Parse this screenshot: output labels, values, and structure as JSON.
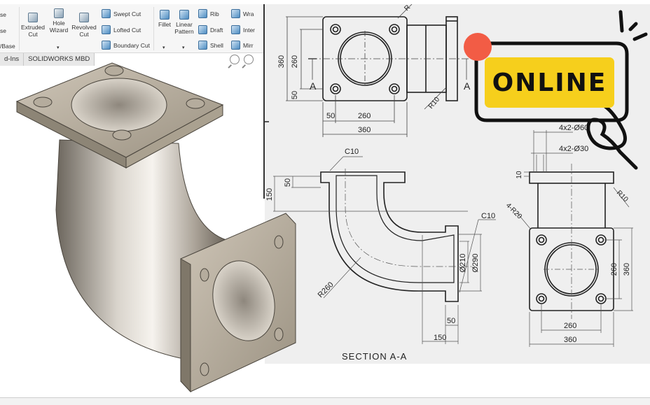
{
  "ribbon": {
    "left_cut_labels": [
      "se",
      "se",
      "/Base"
    ],
    "buttons": {
      "extruded_cut": "Extruded Cut",
      "hole_wizard": "Hole Wizard",
      "revolved_cut": "Revolved Cut",
      "swept_cut": "Swept Cut",
      "lofted_cut": "Lofted Cut",
      "boundary_cut": "Boundary Cut",
      "fillet": "Fillet",
      "linear_pattern": "Linear Pattern",
      "rib": "Rib",
      "draft": "Draft",
      "shell": "Shell",
      "wrap": "Wra",
      "intersect": "Inter",
      "mirror": "Mirr"
    },
    "dropdown_glyph": "▾"
  },
  "tabs": [
    {
      "label": "d-Ins"
    },
    {
      "label": "SOLIDWORKS MBD"
    }
  ],
  "view_tools": [
    "zoom-to-fit-icon",
    "zoom-to-area-icon"
  ],
  "drawing": {
    "top_view": {
      "dims": {
        "height_total": "360",
        "height_bolt": "260",
        "edge_offset_v": "50",
        "edge_offset_h": "50",
        "width_bolt": "260",
        "width_total": "360",
        "fillet": "R10",
        "corner_radius_label": "R"
      },
      "section_marks": [
        "A",
        "A"
      ]
    },
    "section_view": {
      "title": "SECTION A-A",
      "dims": {
        "chamfer_top": "C10",
        "chamfer_right": "C10",
        "flange_thk": "50",
        "flange_height": "150",
        "bend_radius": "R260",
        "inner_dia": "Ø210",
        "outer_dia": "Ø290",
        "flange_thk_right": "50",
        "flange_len_right": "150"
      }
    },
    "side_view": {
      "dims": {
        "counterbore": "4x2-Ø60",
        "hole": "4x2-Ø30",
        "cb_depth": "10",
        "fillet": "R10",
        "corner_radii": "4-R20",
        "height_bolt": "260",
        "height_total": "360",
        "width_bolt": "260",
        "width_total": "360"
      }
    }
  },
  "badge": {
    "text": "ONLINE",
    "colors": {
      "fill": "#f6cf1c",
      "dot": "#f25c45",
      "stroke": "#111111"
    }
  }
}
